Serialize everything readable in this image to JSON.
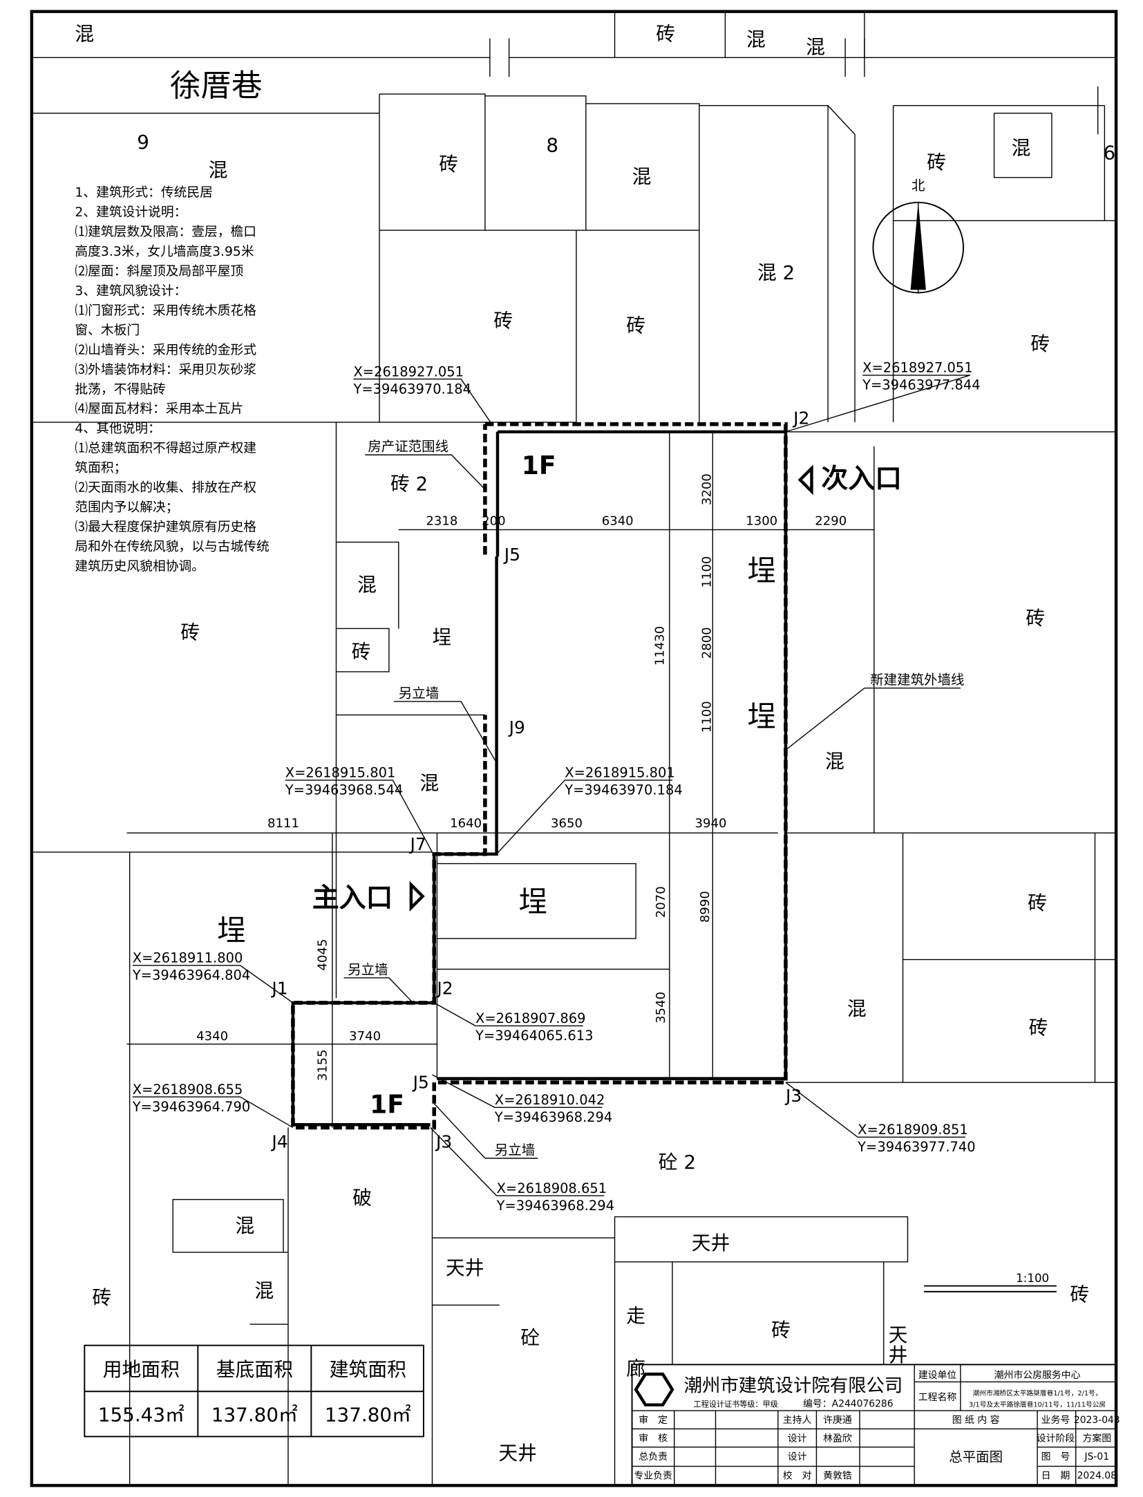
{
  "street_name": "徐厝巷",
  "house_numbers": [
    "9",
    "8",
    "6"
  ],
  "north_label": "北",
  "materials": [
    "混",
    "砖",
    "混",
    "混",
    "混",
    "砖",
    "混",
    "砖",
    "混",
    "砖",
    "砖",
    "混 2",
    "砖",
    "砖 2",
    "混",
    "砖",
    "埕",
    "砖",
    "埕",
    "埕",
    "砖",
    "混",
    "混",
    "埕",
    "埕",
    "砖",
    "混",
    "砖",
    "砼 2",
    "破",
    "混",
    "天井",
    "天井",
    "砖",
    "混",
    "砖",
    "走",
    "砖",
    "天",
    "砼",
    "廊",
    "井",
    "天井"
  ],
  "notes": [
    "1、建筑形式：传统民居",
    "2、建筑设计说明：",
    "  ⑴建筑层数及限高：壹层，檐口",
    "高度3.3米，女儿墙高度3.95米",
    "  ⑵屋面：斜屋顶及局部平屋顶",
    "3、建筑风貌设计：",
    "  ⑴门窗形式：采用传统木质花格",
    "窗、木板门",
    "  ⑵山墙脊头：采用传统的金形式",
    "  ⑶外墙装饰材料：采用贝灰砂浆",
    "批荡，不得贴砖",
    "  ⑷屋面瓦材料：采用本土瓦片",
    "4、其他说明：",
    "  ⑴总建筑面积不得超过原产权建",
    "筑面积；",
    "  ⑵天面雨水的收集、排放在产权",
    "范围内予以解决；",
    "  ⑶最大程度保护建筑原有历史格",
    "局和外在传统风貌，以与古城传统",
    "建筑历史风貌相协调。"
  ],
  "coordinates": [
    {
      "x": "X=2618927.051",
      "y": "Y=39463970.184"
    },
    {
      "x": "X=2618927.051",
      "y": "Y=39463977.844"
    },
    {
      "x": "X=2618915.801",
      "y": "Y=39463968.544"
    },
    {
      "x": "X=2618915.801",
      "y": "Y=39463970.184"
    },
    {
      "x": "X=2618911.800",
      "y": "Y=39463964.804"
    },
    {
      "x": "X=2618907.869",
      "y": "Y=39464065.613"
    },
    {
      "x": "X=2618908.655",
      "y": "Y=39463964.790"
    },
    {
      "x": "X=2618910.042",
      "y": "Y=39463968.294"
    },
    {
      "x": "X=2618908.651",
      "y": "Y=39463968.294"
    },
    {
      "x": "X=2618909.851",
      "y": "Y=39463977.740"
    }
  ],
  "points": [
    "J2",
    "J5",
    "J9",
    "J7",
    "J1",
    "J2",
    "J5",
    "J3",
    "J4",
    "J3"
  ],
  "dimensions_h": [
    "2318",
    "200",
    "6340",
    "1300",
    "2290",
    "8111",
    "1640",
    "3650",
    "3940",
    "4340",
    "3740"
  ],
  "dimensions_v": [
    "3200",
    "1100",
    "2800",
    "1100",
    "11430",
    "2070",
    "8990",
    "3540",
    "4045",
    "3155"
  ],
  "annotations": {
    "property_line": "房产证范围线",
    "separate_wall": "另立墙",
    "new_wall_line": "新建建筑外墙线",
    "floor_label": "1F",
    "secondary_entrance": "次入口",
    "main_entrance": "主入口",
    "scale": "1:100"
  },
  "area_table": {
    "headers": [
      "用地面积",
      "基底面积",
      "建筑面积"
    ],
    "values": [
      "155.43㎡",
      "137.80㎡",
      "137.80㎡"
    ]
  },
  "title_block": {
    "company": "潮州市建筑设计院有限公司",
    "cert_level": "工程设计证书等级：甲级",
    "cert_no": "编号：A244076286",
    "client_label": "建设单位",
    "client": "潮州市公房服务中心",
    "project_label": "工程名称",
    "project_line1": "潮州市湘桥区太平路桀厝巷1/1号，2/1号，",
    "project_line2": "3/1号及太平路徐厝巷10/11号，11/11号公房",
    "roles": [
      "审　定",
      "审　核",
      "总负责",
      "专业负责"
    ],
    "staff_roles": [
      "主持人",
      "设计",
      "设计",
      "校　对"
    ],
    "staff_names": [
      "许庚通",
      "林盈欣",
      "",
      "黄敦锆"
    ],
    "drawing_content_label": "图 纸 内 容",
    "drawing_name": "总平面图",
    "info_labels": [
      "业务号",
      "设计阶段",
      "图　号",
      "日　期"
    ],
    "info_values": [
      "2023-043",
      "方案图",
      "JS-01",
      "2024.08"
    ]
  }
}
